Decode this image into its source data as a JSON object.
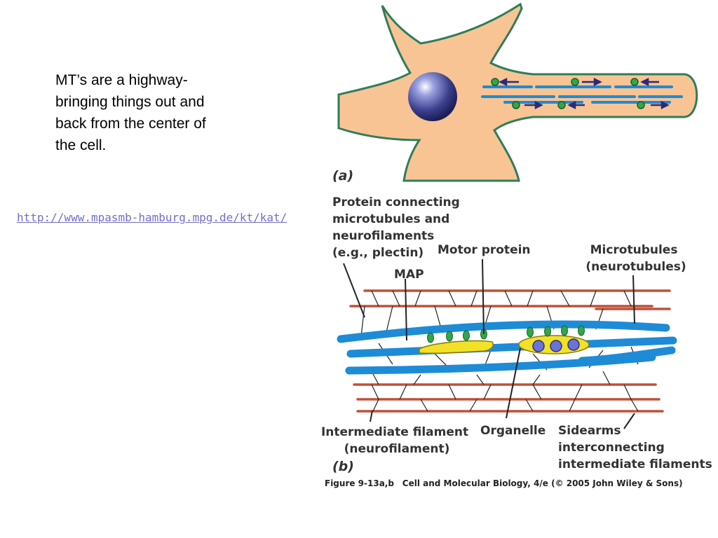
{
  "caption": {
    "lines": [
      "MT’s are a highway-",
      "bringing things out and",
      "back from the center of",
      "the cell."
    ]
  },
  "link": {
    "text": "http://www.mpasmb-hamburg.mpg.de/kt/kat/"
  },
  "figure_a": {
    "panel_label": "(a)"
  },
  "figure_b": {
    "panel_label": "(b)",
    "labels": {
      "protein_connecting_1": "Protein connecting",
      "protein_connecting_2": "microtubules and",
      "protein_connecting_3": "neurofilaments",
      "protein_connecting_4": "(e.g., plectin)",
      "motor_protein": "Motor protein",
      "microtubules_1": "Microtubules",
      "microtubules_2": "(neurotubules)",
      "map": "MAP",
      "intermediate_1": "Intermediate filament",
      "intermediate_2": "(neurofilament)",
      "organelle": "Organelle",
      "sidearms_1": "Sidearms",
      "sidearms_2": "interconnecting",
      "sidearms_3": "intermediate filaments"
    }
  },
  "credit": {
    "figure": "Figure 9-13a,b",
    "text": "Cell and Molecular Biology, 4/e (© 2005 John Wiley & Sons)"
  },
  "colors": {
    "cytoplasm": "#f9c494",
    "membrane": "#2e7d5a",
    "microtubule": "#1e8bd6",
    "filament": "#c0503a",
    "organelle": "#f2e227",
    "motor": "#2fa84a",
    "nucleus": "#3b3f8c"
  }
}
